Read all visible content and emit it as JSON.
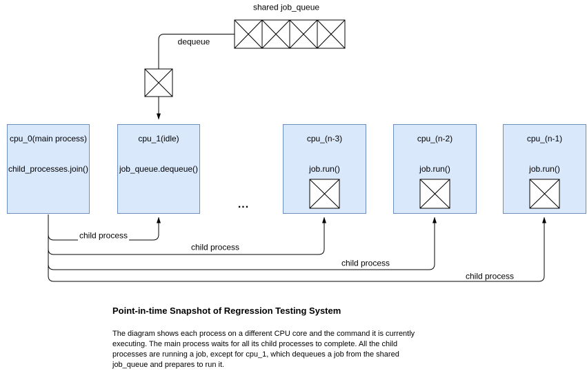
{
  "diagram": {
    "queue": {
      "label": "shared job_queue",
      "cells": 4
    },
    "dequeue_label": "dequeue",
    "ellipsis": "...",
    "cpus": [
      {
        "name": "cpu_0(main process)",
        "command": "child_processes.join()",
        "has_job_box": false
      },
      {
        "name": "cpu_1(idle)",
        "command": "job_queue.dequeue()",
        "has_job_box": false
      },
      {
        "name": "cpu_(n-3)",
        "command": "job.run()",
        "has_job_box": true
      },
      {
        "name": "cpu_(n-2)",
        "command": "job.run()",
        "has_job_box": true
      },
      {
        "name": "cpu_(n-1)",
        "command": "job.run()",
        "has_job_box": true
      }
    ],
    "child_process_labels": [
      "child process",
      "child process",
      "child process",
      "child process"
    ]
  },
  "caption": {
    "title": "Point-in-time Snapshot of Regression Testing System",
    "body_lines": [
      "The diagram shows each process on a different CPU core and the command it is currently",
      "executing. The main process waits for all its child processes to complete. All the child",
      "processes are running a job, except for cpu_1, which dequeues a job from the shared",
      "job_queue and prepares to run it."
    ]
  },
  "colors": {
    "box_fill": "#dae8fc",
    "box_border": "#6c8ebf",
    "line": "#000000",
    "background": "#ffffff"
  }
}
